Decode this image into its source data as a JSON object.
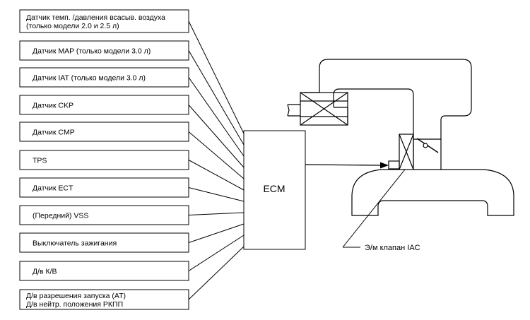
{
  "sensors": [
    {
      "id": "s1",
      "lines": [
        "Датчик темп. /давления всасыв. воздуха",
        "(только модели  2.0 и  2.5 л)"
      ]
    },
    {
      "id": "s2",
      "lines": [
        "Датчик MAP (только модели  3.0 л)"
      ]
    },
    {
      "id": "s3",
      "lines": [
        "Датчик IAT (только модели  3.0 л)"
      ]
    },
    {
      "id": "s4",
      "lines": [
        "Датчик CKP"
      ]
    },
    {
      "id": "s5",
      "lines": [
        "Датчик CMP"
      ]
    },
    {
      "id": "s6",
      "lines": [
        "TPS"
      ]
    },
    {
      "id": "s7",
      "lines": [
        "Датчик ECT"
      ]
    },
    {
      "id": "s8",
      "lines": [
        "(Передний) VSS"
      ]
    },
    {
      "id": "s9",
      "lines": [
        "Выключатель зажигания"
      ]
    },
    {
      "id": "s10",
      "lines": [
        "Д/в   К/В"
      ]
    },
    {
      "id": "s11",
      "lines": [
        "Д/в разрешения запуска (AT)",
        "Д/в нейтр. положения РКПП"
      ]
    }
  ],
  "ecm": {
    "label": "ECM"
  },
  "iac": {
    "label": "Э/м клапан IAC"
  }
}
